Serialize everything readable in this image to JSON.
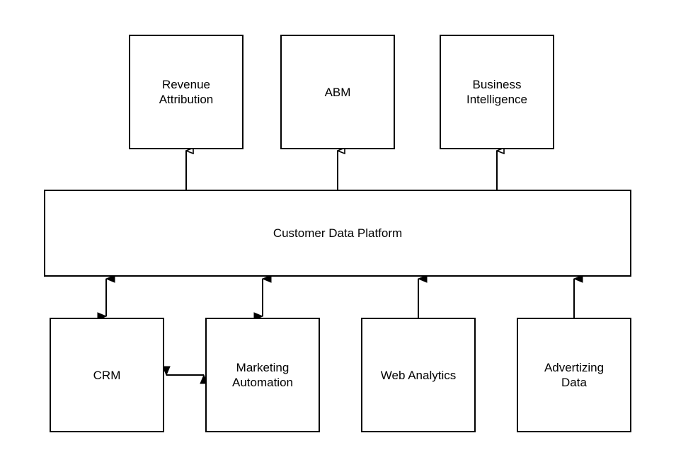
{
  "outputs": {
    "revenue_attribution": "Revenue\nAttribution",
    "abm": "ABM",
    "business_intelligence": "Business\nIntelligence"
  },
  "platform": {
    "label": "Customer Data Platform"
  },
  "sources": {
    "crm": "CRM",
    "marketing_automation": "Marketing\nAutomation",
    "web_analytics": "Web Analytics",
    "advertizing_data": "Advertizing\nData"
  },
  "style": {
    "stroke": "#000000",
    "fill": "#ffffff"
  }
}
